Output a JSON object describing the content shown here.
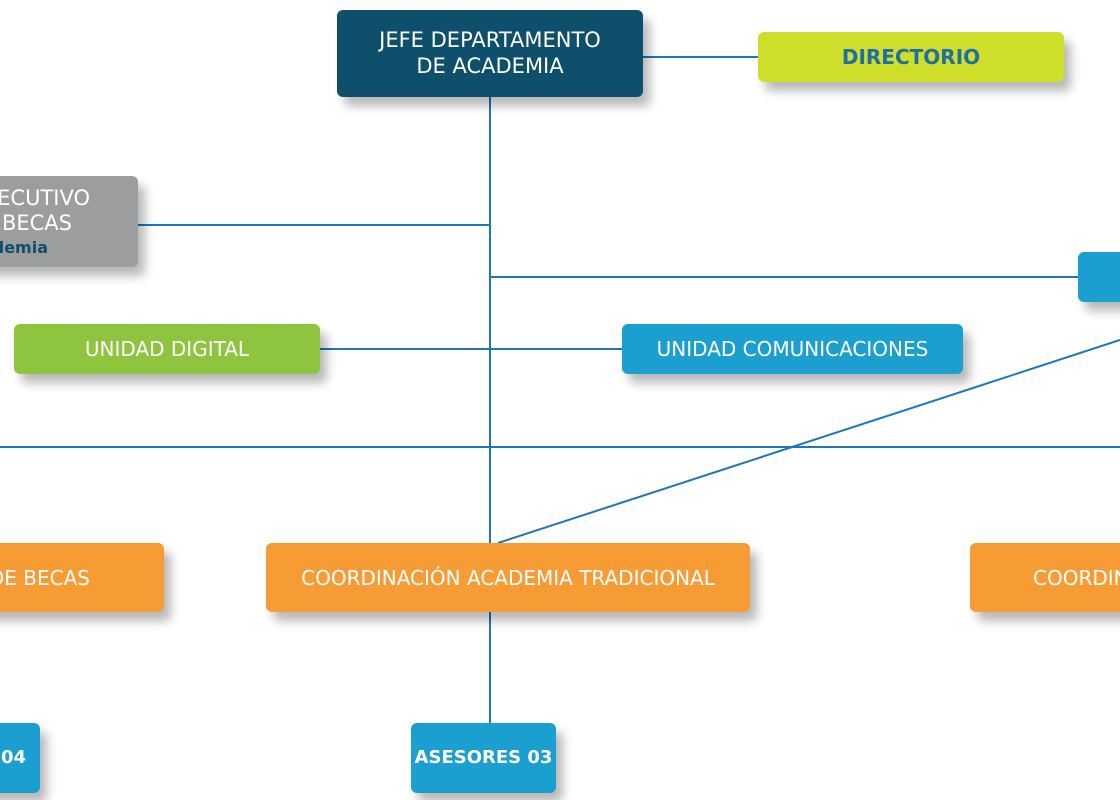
{
  "nodes": {
    "jefe": {
      "line1": "JEFE DEPARTAMENTO",
      "line2": "DE ACADEMIA"
    },
    "directorio": {
      "label": "DIRECTORIO"
    },
    "ejecutivo": {
      "line1": "JECUTIVO",
      "line2": "BECAS",
      "sub": "demia"
    },
    "unidad_digital": {
      "label": "UNIDAD DIGITAL"
    },
    "unidad_comunicaciones": {
      "label": "UNIDAD COMUNICACIONES"
    },
    "coord_becas": {
      "label": "DE BECAS"
    },
    "coord_tradicional": {
      "label": "COORDINACIÓN ACADEMIA TRADICIONAL"
    },
    "coord_right": {
      "label": "COORDIN"
    },
    "asesores_04": {
      "label": "04"
    },
    "asesores_03": {
      "label": "ASESORES 03"
    }
  },
  "colors": {
    "dark_teal": "#0e4f6b",
    "lime": "#cfdd2b",
    "directorio_text": "#1e6fa4",
    "grey": "#9c9d9f",
    "green": "#8fc43f",
    "cyan": "#1a9fd0",
    "orange": "#f79b35",
    "connector": "#1f77b4"
  }
}
